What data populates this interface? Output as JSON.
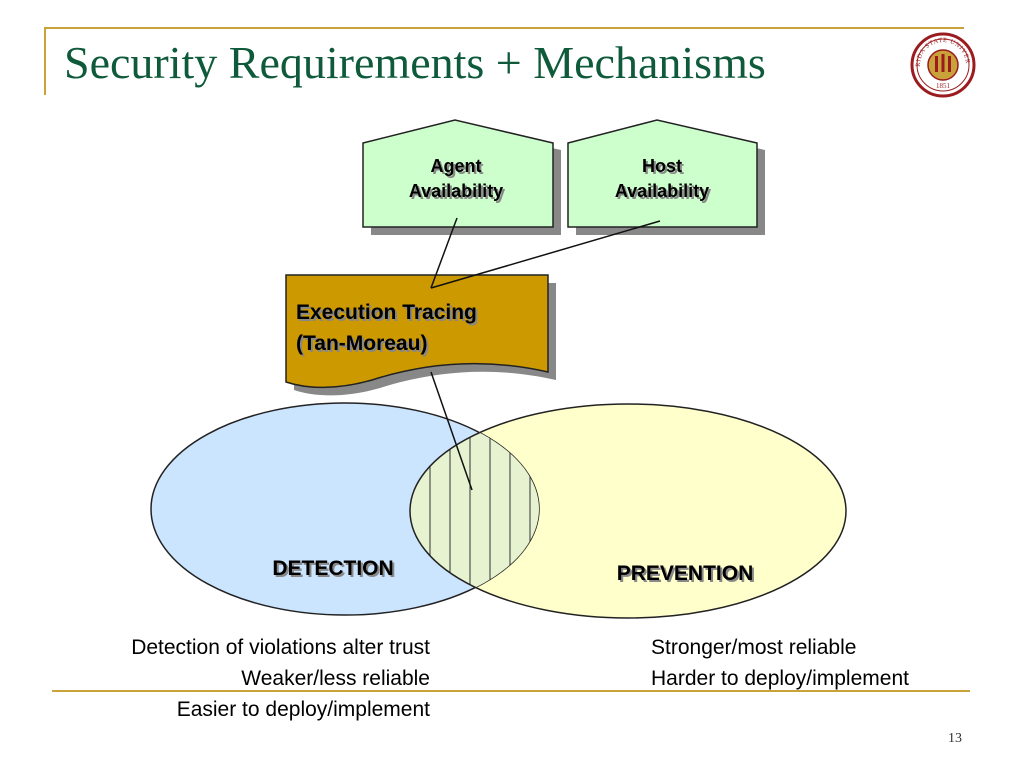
{
  "slide": {
    "title": "Security Requirements + Mechanisms",
    "page_number": "13"
  },
  "seal": {
    "top_text": "FLORIDA STATE UNIVERSITY",
    "year": "1851"
  },
  "diagram": {
    "requirements": [
      {
        "line1": "Agent",
        "line2": "Availability"
      },
      {
        "line1": "Host",
        "line2": "Availability"
      }
    ],
    "mechanism": {
      "line1": "Execution Tracing",
      "line2": "(Tan-Moreau)"
    },
    "sets": {
      "left": "DETECTION",
      "right": "PREVENTION"
    }
  },
  "detection_notes": [
    "Detection of violations alter trust",
    "Weaker/less reliable",
    "Easier to deploy/implement"
  ],
  "prevention_notes": [
    "Stronger/most reliable",
    "Harder to deploy/implement"
  ],
  "colors": {
    "title": "#0e5a3a",
    "rule": "#c9a23a",
    "pentagon_fill": "#ccffcc",
    "mechanism_fill": "#cc9900",
    "detection_fill": "#cce5ff",
    "prevention_fill": "#ffffcc",
    "overlap_fill": "#e6f2d0",
    "seal_red": "#9b1b1f"
  }
}
